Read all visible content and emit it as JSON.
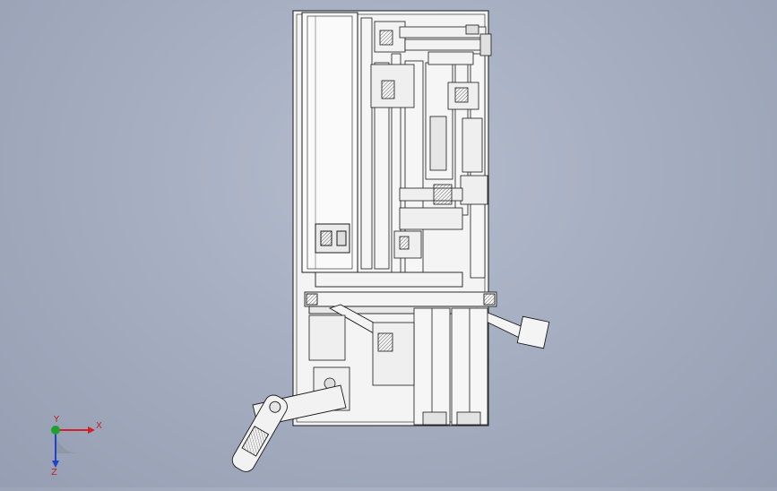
{
  "viewport": {
    "background_top": "#b4bccd",
    "background_bottom": "#959eb2",
    "line_color": "#1a1a1a",
    "part_fill": "#f4f4f4"
  },
  "triad": {
    "x_label": "X",
    "y_label": "Y",
    "z_label": "Z",
    "x_color": "#d0202a",
    "y_color": "#20a030",
    "z_color": "#2040d0"
  }
}
